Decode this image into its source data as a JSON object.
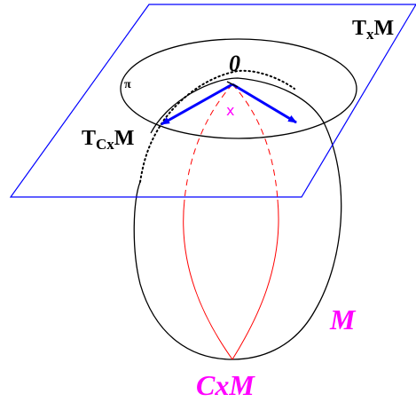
{
  "labels": {
    "tangent_space_at_x": {
      "main": "T",
      "subscript": "x",
      "suffix": "M"
    },
    "tangent_space_at_cx": {
      "main": "T",
      "subscript": "Cx",
      "suffix": "M"
    },
    "origin": "0",
    "point_x": "x",
    "pi": "π",
    "manifold": "M",
    "cut_locus": "CxM"
  },
  "colors": {
    "plane": "#0000ff",
    "vectors": "#0000ff",
    "geodesics": "#ff0000",
    "manifold_label": "#ff00ff",
    "point_label": "#ff00ff",
    "outline": "#000000"
  }
}
